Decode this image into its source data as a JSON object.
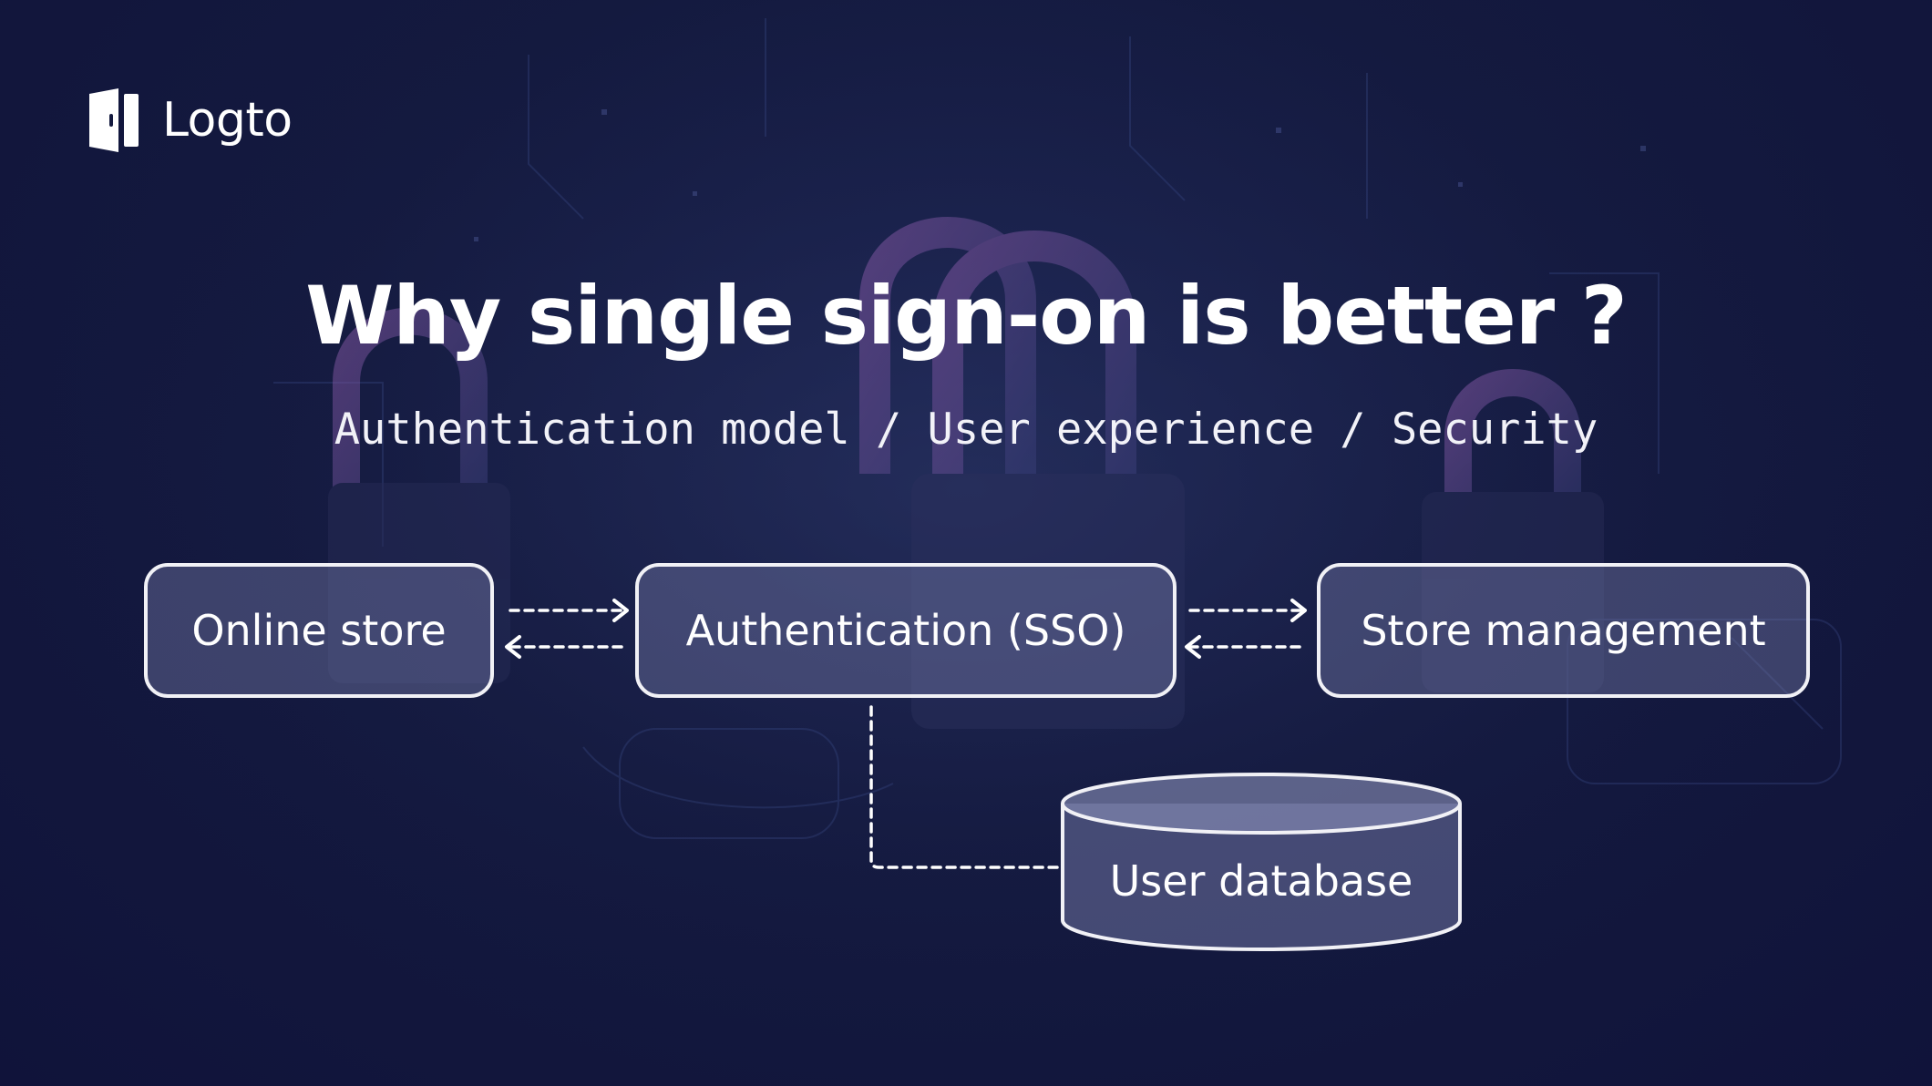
{
  "brand": {
    "name": "Logto",
    "icon": "logto-door-icon"
  },
  "title": "Why single sign-on is better ?",
  "subtitle": "Authentication model / User experience / Security",
  "diagram": {
    "nodes": [
      {
        "id": "online_store",
        "label": "Online store"
      },
      {
        "id": "auth",
        "label": "Authentication (SSO)"
      },
      {
        "id": "store_management",
        "label": "Store management"
      },
      {
        "id": "user_database",
        "label": "User database",
        "shape": "cylinder"
      }
    ],
    "edges": [
      {
        "from": "online_store",
        "to": "auth",
        "style": "dashed",
        "direction": "bidirectional"
      },
      {
        "from": "auth",
        "to": "store_management",
        "style": "dashed",
        "direction": "bidirectional"
      },
      {
        "from": "auth",
        "to": "user_database",
        "style": "dashed",
        "direction": "none"
      }
    ]
  },
  "colors": {
    "background": "#131840",
    "node_fill": "#5c6187",
    "node_border": "#f1f1f6",
    "text": "#ffffff"
  }
}
